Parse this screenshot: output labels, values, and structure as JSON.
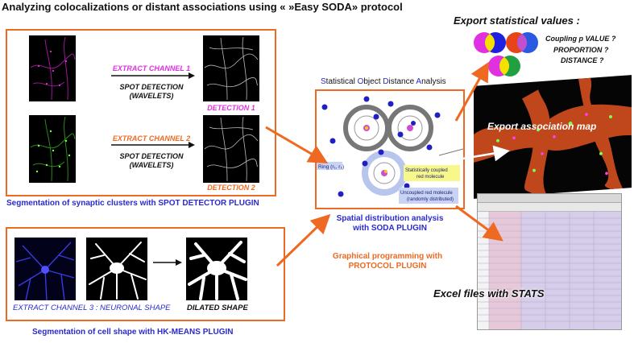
{
  "title": "Analyzing colocalizations or distant associations using «  »Easy SODA» protocol",
  "panel_top": {
    "channel1": {
      "extract": "EXTRACT CHANNEL 1",
      "method_line1": "SPOT DETECTION",
      "method_line2": "(WAVELETS)",
      "detection": "DETECTION 1"
    },
    "channel2": {
      "extract": "EXTRACT CHANNEL 2",
      "method_line1": "SPOT DETECTION",
      "method_line2": "(WAVELETS)",
      "detection": "DETECTION 2"
    },
    "caption": "Segmentation of synaptic clusters with SPOT DETECTOR PLUGIN"
  },
  "panel_bottom": {
    "extract": "EXTRACT CHANNEL 3 : NEURONAL SHAPE",
    "dilated": "DILATED  SHAPE",
    "caption": "Segmentation of cell shape with HK-MEANS PLUGIN"
  },
  "soda": {
    "heading": {
      "s": "S",
      "tatistical": "tatistical ",
      "o": "O",
      "bject": "bject ",
      "d": "D",
      "istance": "istance ",
      "a": "A",
      "nalysis": "nalysis"
    },
    "ring_label": "Ring (r₁, r₂)",
    "coupled_label_1": "Statistically coupled",
    "coupled_label_2": "red molecule",
    "uncoupled_label_1": "Uncoupled red molecule",
    "uncoupled_label_2": "(randomly distributed)",
    "caption_1": "Spatial distribution analysis",
    "caption_2": "with SODA PLUGIN"
  },
  "protocol": {
    "line1": "Graphical programming with",
    "line2": "PROTOCOL PLUGIN"
  },
  "export_stats": {
    "heading": "Export statistical values :",
    "q1": "Coupling p VALUE ?",
    "q2": "PROPORTION ?",
    "q3": "DISTANCE ?"
  },
  "association_map": {
    "label": "Export association map"
  },
  "excel": {
    "label": "Excel files with STATS"
  },
  "colors": {
    "accent": "#ee6a22",
    "magenta": "#e030e0",
    "blue": "#2a2ad0"
  }
}
